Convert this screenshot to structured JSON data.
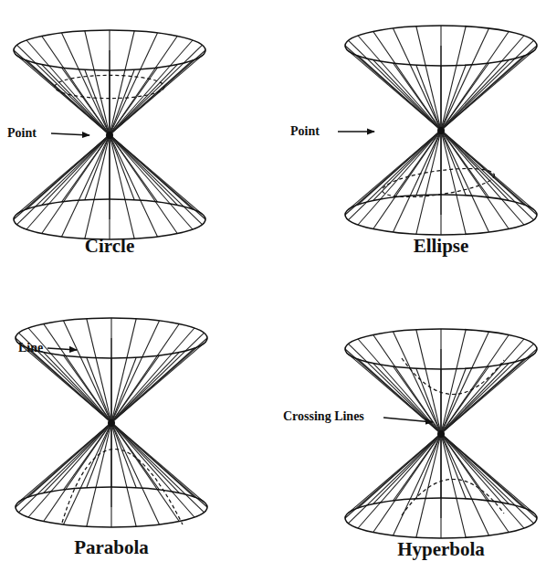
{
  "diagram": {
    "labels": [
      "Point",
      "Point",
      "Circle",
      "Ellipse",
      "Line",
      "Crossing Lines",
      "Parabola",
      "Hyperbola"
    ]
  }
}
